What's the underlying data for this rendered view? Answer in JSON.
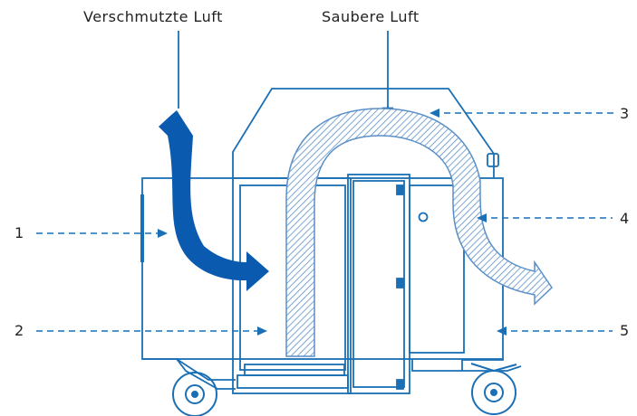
{
  "labels": {
    "dirty_air": "Verschmutzte Luft",
    "clean_air": "Saubere Luft"
  },
  "callouts": [
    "1",
    "2",
    "3",
    "4",
    "5"
  ],
  "colors": {
    "line": "#1a6fb5",
    "arrow": "#0a5bb0",
    "hatch": "#5a8fc8",
    "text": "#222222"
  }
}
